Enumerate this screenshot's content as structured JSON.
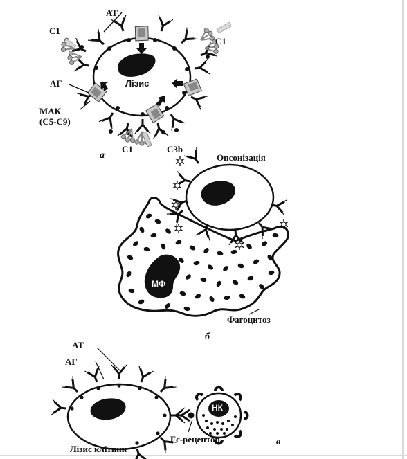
{
  "panel_a": {
    "at": "АТ",
    "c1_left": "С1",
    "c1_right": "С1",
    "c1_bottom": "С1",
    "c3b": "С3b",
    "ag": "АГ",
    "lysis": "Лізис",
    "mak_line1": "МАК",
    "mak_line2": "(С5-С9)",
    "letter": "а"
  },
  "panel_b": {
    "opsonization": "Опсонізація",
    "mf": "МФ",
    "phagocytosis": "Фагоцитоз",
    "letter": "б"
  },
  "panel_c": {
    "at": "АТ",
    "ag": "АГ",
    "nk": "НК",
    "fc_receptor": "Fc-рецептор",
    "cell_lysis": "Лізис клітини",
    "letter": "в"
  }
}
